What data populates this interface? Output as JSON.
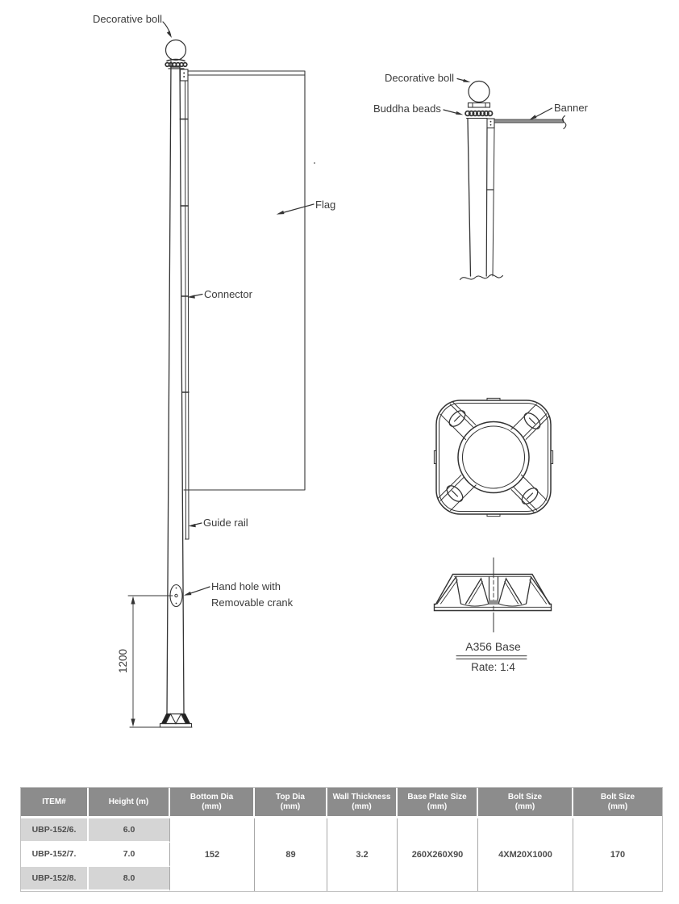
{
  "figure": {
    "left_pole": {
      "decorative_boll": "Decorative boll",
      "flag": "Flag",
      "connector": "Connector",
      "guide_rail": "Guide rail",
      "hand_hole_line1": "Hand hole with",
      "hand_hole_line2": "Removable crank",
      "dimension_1200": "1200"
    },
    "top_detail": {
      "decorative_boll": "Decorative boll",
      "buddha_beads": "Buddha beads",
      "banner": "Banner"
    },
    "base": {
      "name": "A356 Base",
      "rate": "Rate: 1:4"
    }
  },
  "table": {
    "headers": [
      {
        "title": "ITEM#",
        "unit": ""
      },
      {
        "title": "Height (m)",
        "unit": ""
      },
      {
        "title": "Bottom Dia",
        "unit": "(mm)"
      },
      {
        "title": "Top Dia",
        "unit": "(mm)"
      },
      {
        "title": "Wall Thickness",
        "unit": "(mm)"
      },
      {
        "title": "Base Plate Size",
        "unit": "(mm)"
      },
      {
        "title": "Bolt Size",
        "unit": "(mm)"
      },
      {
        "title": "Bolt Size",
        "unit": "(mm)"
      }
    ],
    "rows": [
      {
        "item": "UBP-152/6.",
        "height": "6.0"
      },
      {
        "item": "UBP-152/7.",
        "height": "7.0"
      },
      {
        "item": "UBP-152/8.",
        "height": "8.0"
      }
    ],
    "merged": {
      "bottom_dia": "152",
      "top_dia": "89",
      "wall_thickness": "3.2",
      "base_plate_size": "260X260X90",
      "bolt_size": "4XM20X1000",
      "bolt_size_2": "170"
    },
    "colors": {
      "header_bg": "#8c8c8c",
      "row_stripe": "#d5d5d5",
      "line_color": "#333333",
      "banner_fill": "#8f8f8f"
    }
  }
}
